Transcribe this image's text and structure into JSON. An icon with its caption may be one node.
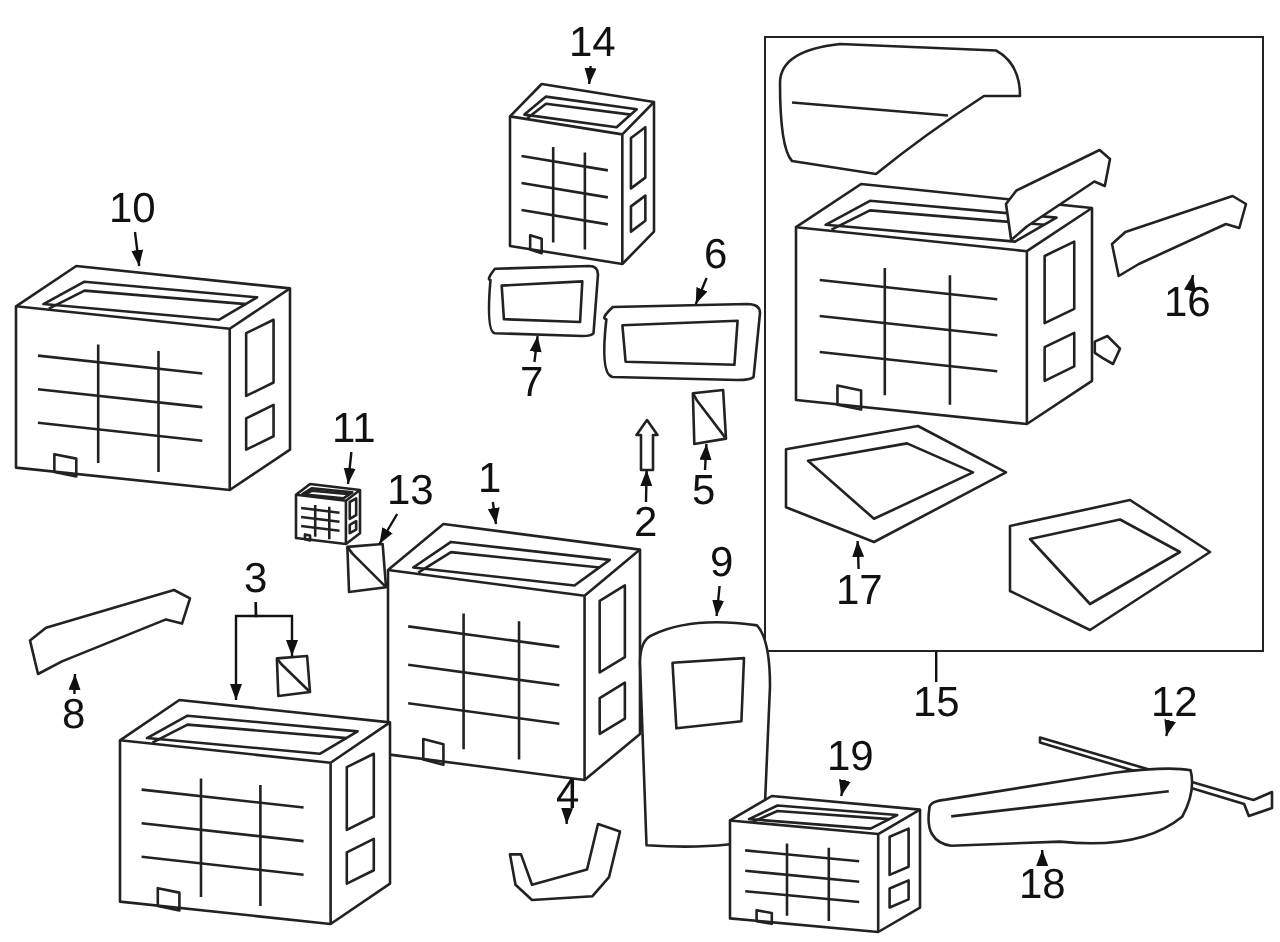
{
  "diagram": {
    "nodes": [
      {
        "text": [
          "14"
        ]
      },
      {
        "text": [],
        "shape": "picture"
      },
      {
        "text": [],
        "shape": "box"
      },
      {
        "text": [
          "16"
        ],
        "in": 2
      },
      {
        "text": [],
        "shape": "picture",
        "in": 2
      },
      {
        "text": [
          "17"
        ],
        "in": 2
      },
      {
        "text": [],
        "shape": "picture",
        "in": 2
      },
      {
        "text": [
          "10"
        ]
      },
      {
        "text": [],
        "shape": "picture"
      },
      {
        "text": [
          "6"
        ]
      },
      {
        "text": [],
        "shape": "picture"
      },
      {
        "text": [
          "7"
        ]
      },
      {
        "text": [],
        "shape": "picture"
      },
      {
        "text": [
          "11"
        ]
      },
      {
        "text": [],
        "shape": "picture"
      },
      {
        "text": [
          "1"
        ]
      },
      {
        "text": [],
        "shape": "picture"
      },
      {
        "text": [
          "5"
        ]
      },
      {
        "text": [],
        "shape": "picture"
      },
      {
        "text": [
          "2"
        ]
      },
      {
        "text": [],
        "shape": "picture"
      },
      {
        "text": [
          "13"
        ]
      },
      {
        "text": [],
        "shape": "picture"
      },
      {
        "text": [
          "3"
        ]
      },
      {
        "text": [],
        "shape": "picture"
      },
      {
        "text": [],
        "shape": "picture"
      },
      {
        "text": [
          "9"
        ]
      },
      {
        "text": [],
        "shape": "picture"
      },
      {
        "text": [
          "15"
        ]
      },
      {
        "text": [
          "8"
        ]
      },
      {
        "text": [],
        "shape": "picture"
      },
      {
        "text": [
          "12"
        ]
      },
      {
        "text": [],
        "shape": "picture"
      },
      {
        "text": [
          "19"
        ]
      },
      {
        "text": [],
        "shape": "picture"
      },
      {
        "text": [
          "4"
        ]
      },
      {
        "text": [],
        "shape": "picture"
      },
      {
        "text": [
          "18"
        ]
      },
      {
        "text": [],
        "shape": "picture"
      }
    ],
    "edges": [
      {
        "from": 0,
        "to": 1,
        "arrow": "to"
      },
      {
        "from": 3,
        "to": 4,
        "arrow": "to"
      },
      {
        "from": 5,
        "to": 6,
        "arrow": "to"
      },
      {
        "from": 7,
        "to": 8,
        "arrow": "to"
      },
      {
        "from": 9,
        "to": 10,
        "arrow": "to"
      },
      {
        "from": 11,
        "to": 12,
        "arrow": "to"
      },
      {
        "from": 13,
        "to": 14,
        "arrow": "to"
      },
      {
        "from": 15,
        "to": 16,
        "arrow": "to"
      },
      {
        "from": 17,
        "to": 18,
        "arrow": "to"
      },
      {
        "from": 19,
        "to": 20,
        "arrow": "to"
      },
      {
        "from": 21,
        "to": 22,
        "arrow": "to"
      },
      {
        "from": 23,
        "to": 24,
        "arrow": "to"
      },
      {
        "from": 23,
        "to": 25,
        "arrow": "to"
      },
      {
        "from": 26,
        "to": 27,
        "arrow": "to"
      },
      {
        "from": 28,
        "to": 2,
        "arrow": "none"
      },
      {
        "from": 29,
        "to": 30,
        "arrow": "to"
      },
      {
        "from": 31,
        "to": 32,
        "arrow": "to"
      },
      {
        "from": 33,
        "to": 34,
        "arrow": "to"
      },
      {
        "from": 35,
        "to": 36,
        "arrow": "to"
      },
      {
        "from": 37,
        "to": 38,
        "arrow": "to"
      }
    ]
  }
}
